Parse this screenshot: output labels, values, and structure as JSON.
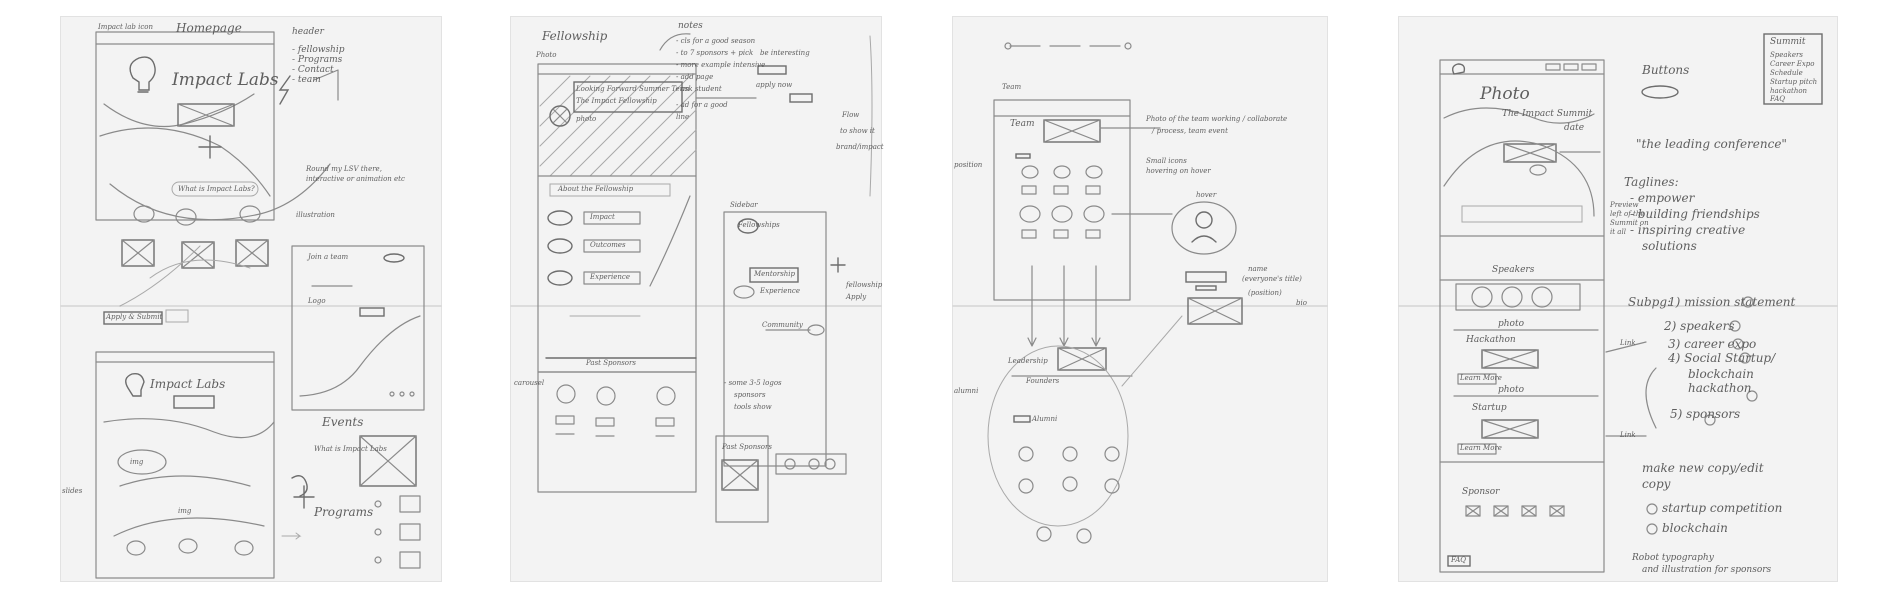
{
  "sheets": [
    {
      "id": "homepage",
      "texts": {
        "title": "Homepage",
        "corner": "Impact lab icon",
        "headline": "Impact Labs",
        "header_note": "header",
        "note_1": "- fellowship",
        "note_2": "- Programs",
        "note_3": "- Contact",
        "note_4": "- team",
        "about_q": "What is Impact Labs?",
        "side_note_1": "Round my LSV there,",
        "side_note_2": "interactive or animation etc",
        "illustration": "illustration",
        "apply_btn": "Apply & Submit",
        "join_team": "Join a team",
        "events": "Events",
        "impact_labs_2": "Impact Labs",
        "logo_small": "Logo",
        "what_is": "What is Impact Labs",
        "programs": "Programs",
        "side_left": "slides",
        "image_label": "img",
        "image_label_2": "img"
      }
    },
    {
      "id": "fellowship",
      "texts": {
        "title": "Fellowship",
        "photo_label": "Photo",
        "banner_1": "Looking Forward Summer Term",
        "banner_2": "The Impact Fellowship",
        "banner_3": "photo",
        "notes_title": "notes",
        "note_1": "- cls for a good season",
        "note_2": "- to 7 sponsors + pick",
        "note_3": "- more example intensive",
        "note_4": "- add page",
        "note_5": "- ask student",
        "note_6": "- ad for a good",
        "note_7": "line",
        "tag_1": "be interesting",
        "tag_2": "apply now",
        "about": "About the Fellowship",
        "row_1": "Impact",
        "row_2": "Outcomes",
        "row_3": "Experience",
        "right_title": "Sidebar",
        "right_1": "Fellowships",
        "right_2": "Mentorship",
        "right_3": "Experience",
        "right_4": "Community",
        "sponsors_bar": "Past Sponsors",
        "sponsor_note_1": "- some 3-5 logos",
        "sponsor_note_2": "sponsors",
        "sponsor_note_3": "tools show",
        "past_sponsors": "Past Sponsors",
        "left_note": "carousel",
        "far_right_1": "Flow",
        "far_right_2": "to show it",
        "far_right_3": "brand/impact",
        "far_right_4": "fellowship",
        "far_right_5": "Apply"
      }
    },
    {
      "id": "team",
      "texts": {
        "title": "Team",
        "team_label": "Team",
        "photo_note_1": "Photo of the team working / collaborate",
        "photo_note_2": "/ process, team event",
        "small_icons_1": "Small icons",
        "small_icons_2": "hovering on hover",
        "left_note": "position",
        "hover_label": "hover",
        "card_note_1": "name",
        "card_note_2": "(everyone's title)",
        "card_note_3": "(position)",
        "card_note_4": "bio",
        "founders": "Founders",
        "alumni": "Leadership",
        "left_note_2": "alumni",
        "bottom": "Alumni"
      }
    },
    {
      "id": "summit",
      "texts": {
        "photo": "Photo",
        "title_banner": "The Impact Summit",
        "date": "date",
        "buttons": "Buttons",
        "summit_box_title": "Summit",
        "summit_1": "Speakers",
        "summit_2": "Career Expo",
        "summit_3": "Schedule",
        "summit_4": "Startup pitch",
        "summit_5": "hackathon",
        "summit_6": "FAQ",
        "quote": "\"the leading conference\"",
        "taglines": "Taglines:",
        "tag_1": "- empower",
        "tag_2": "- building friendships",
        "tag_3": "- inspiring creative",
        "tag_4": "solutions",
        "left_note_1": "Preview",
        "left_note_2": "left of the",
        "left_note_3": "Summit on",
        "left_note_4": "it all",
        "speakers": "Speakers",
        "photo_2": "photo",
        "hackathon": "Hackathon",
        "learn_more": "Learn More",
        "photo_3": "photo",
        "startup": "Startup",
        "learn_more_2": "Learn More",
        "sponsor": "Sponsor",
        "footer_btn": "FAQ",
        "link_1": "Link",
        "link_2": "Link",
        "subpg": "Subpg:",
        "sub_1": "1) mission statement",
        "sub_2": "2) speakers",
        "sub_3": "3) career expo",
        "sub_4": "4) Social Startup/",
        "sub_5": "blockchain",
        "sub_6": "hackathon",
        "sub_7": "5) sponsors",
        "make_new": "make new copy/edit",
        "copy": "copy",
        "opt_1": "startup competition",
        "opt_2": "blockchain",
        "bottom_1": "Robot typography",
        "bottom_2": "and illustration for sponsors"
      }
    }
  ]
}
